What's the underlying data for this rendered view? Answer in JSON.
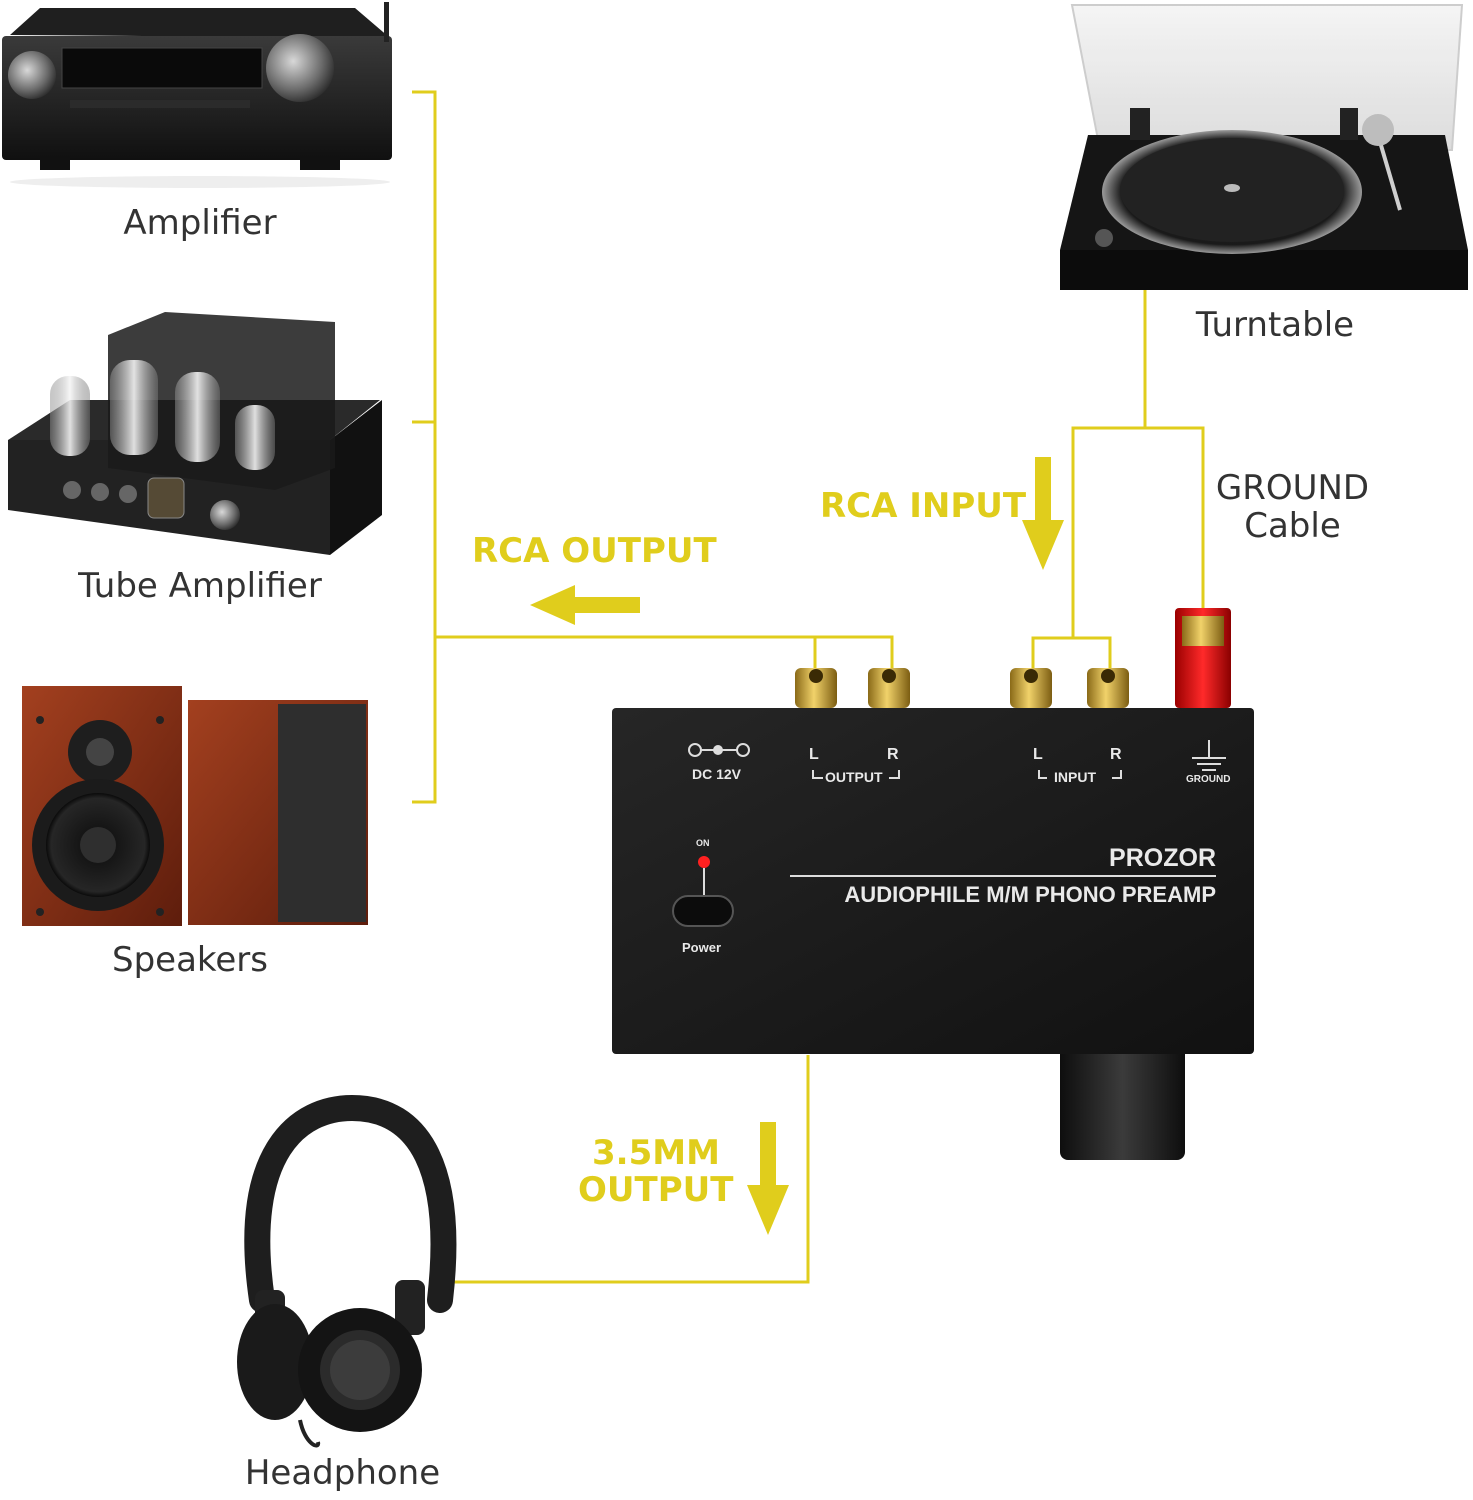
{
  "devices": {
    "amplifier": "Amplifier",
    "tube_amplifier": "Tube Amplifier",
    "speakers": "Speakers",
    "turntable": "Turntable",
    "ground_cable_line1": "GROUND",
    "ground_cable_line2": "Cable",
    "headphone": "Headphone"
  },
  "callouts": {
    "rca_input": "RCA INPUT",
    "rca_output": "RCA OUTPUT",
    "mm_output_line1": "3.5MM",
    "mm_output_line2": "OUTPUT"
  },
  "preamp": {
    "brand": "PROZOR",
    "model": "AUDIOPHILE M/M PHONO PREAMP",
    "dc_label": "DC 12V",
    "output_label": "OUTPUT",
    "input_label": "INPUT",
    "ground_label": "GROUND",
    "left": "L",
    "right": "R",
    "on_label": "ON",
    "power_label": "Power"
  },
  "colors": {
    "connector_line": "#e0cd1c",
    "callout_text": "#e0cd1c",
    "preamp_body": "#1b1b1b"
  }
}
